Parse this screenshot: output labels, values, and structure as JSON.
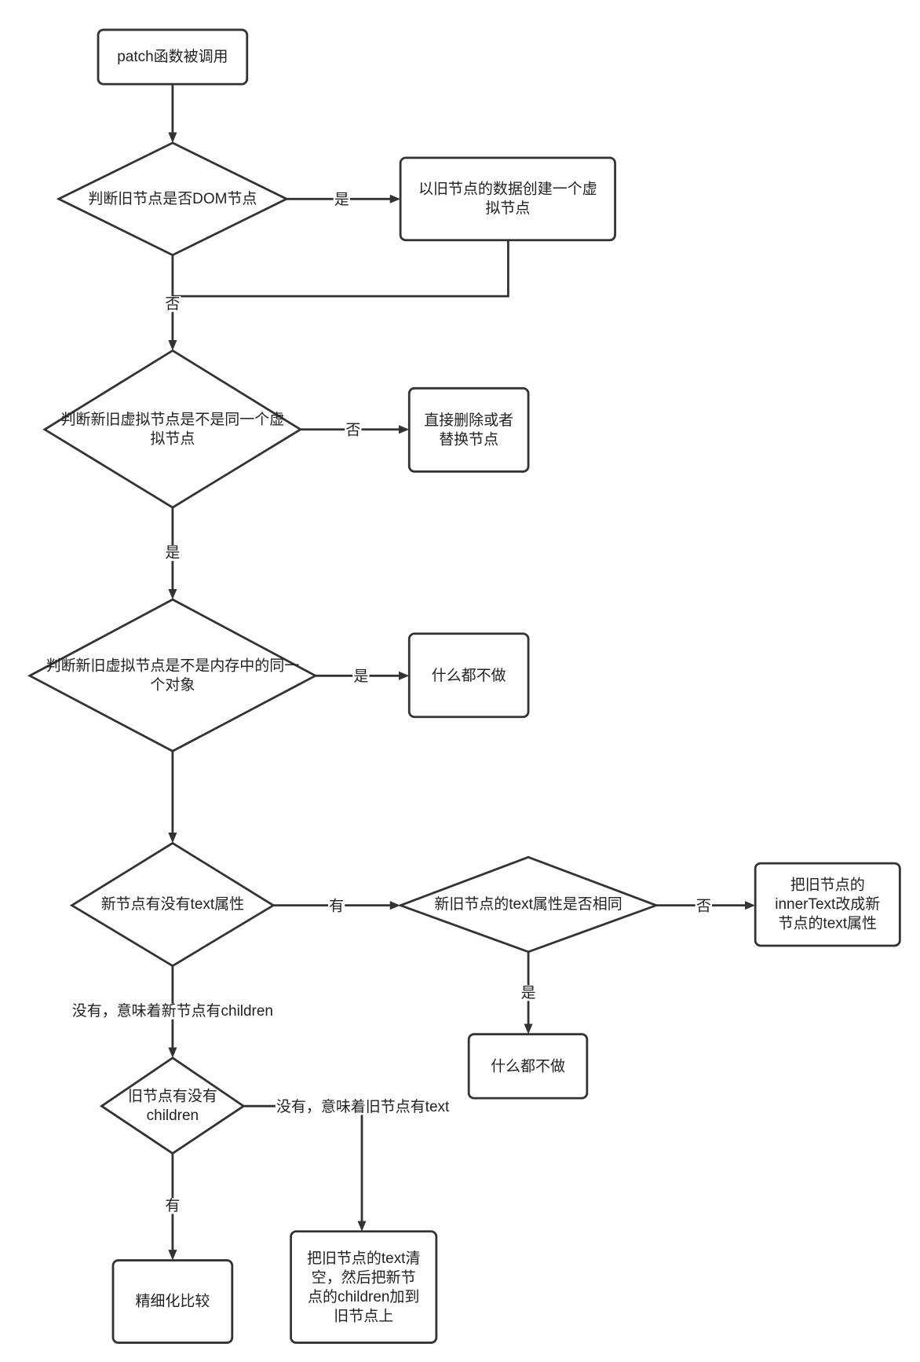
{
  "colors": {
    "stroke": "#333333",
    "text": "#222222",
    "background": "#ffffff"
  },
  "nodes": {
    "patch_called": {
      "lines": [
        "patch函数被调用"
      ]
    },
    "is_dom": {
      "lines": [
        "判断旧节点是否DOM节点"
      ]
    },
    "create_vnode": {
      "lines": [
        "以旧节点的数据创建一个虚",
        "拟节点"
      ]
    },
    "same_vnode": {
      "lines": [
        "判断新旧虚拟节点是不是同一个虚",
        "拟节点"
      ]
    },
    "replace_node": {
      "lines": [
        "直接删除或者",
        "替换节点"
      ]
    },
    "same_object": {
      "lines": [
        "判断新旧虚拟节点是不是内存中的同一",
        "个对象"
      ]
    },
    "do_nothing_1": {
      "lines": [
        "什么都不做"
      ]
    },
    "new_has_text": {
      "lines": [
        "新节点有没有text属性"
      ]
    },
    "text_equal": {
      "lines": [
        "新旧节点的text属性是否相同"
      ]
    },
    "set_inner_text": {
      "lines": [
        "把旧节点的",
        "innerText改成新",
        "节点的text属性"
      ]
    },
    "do_nothing_2": {
      "lines": [
        "什么都不做"
      ]
    },
    "old_has_children": {
      "lines": [
        "旧节点有没有",
        "children"
      ]
    },
    "set_children": {
      "lines": [
        "把旧节点的text清",
        "空，然后把新节",
        "点的children加到",
        "旧节点上"
      ]
    },
    "fine_compare": {
      "lines": [
        "精细化比较"
      ]
    }
  },
  "edge_labels": {
    "is_dom_yes": "是",
    "is_dom_no": "否",
    "same_vnode_no": "否",
    "same_vnode_yes": "是",
    "same_object_yes": "是",
    "new_has_text_yes": "有",
    "text_equal_no": "否",
    "text_equal_yes": "是",
    "new_has_text_no": "没有，意味着新节点有children",
    "old_has_children_no": "没有，意味着旧节点有text",
    "old_has_children_yes": "有"
  }
}
